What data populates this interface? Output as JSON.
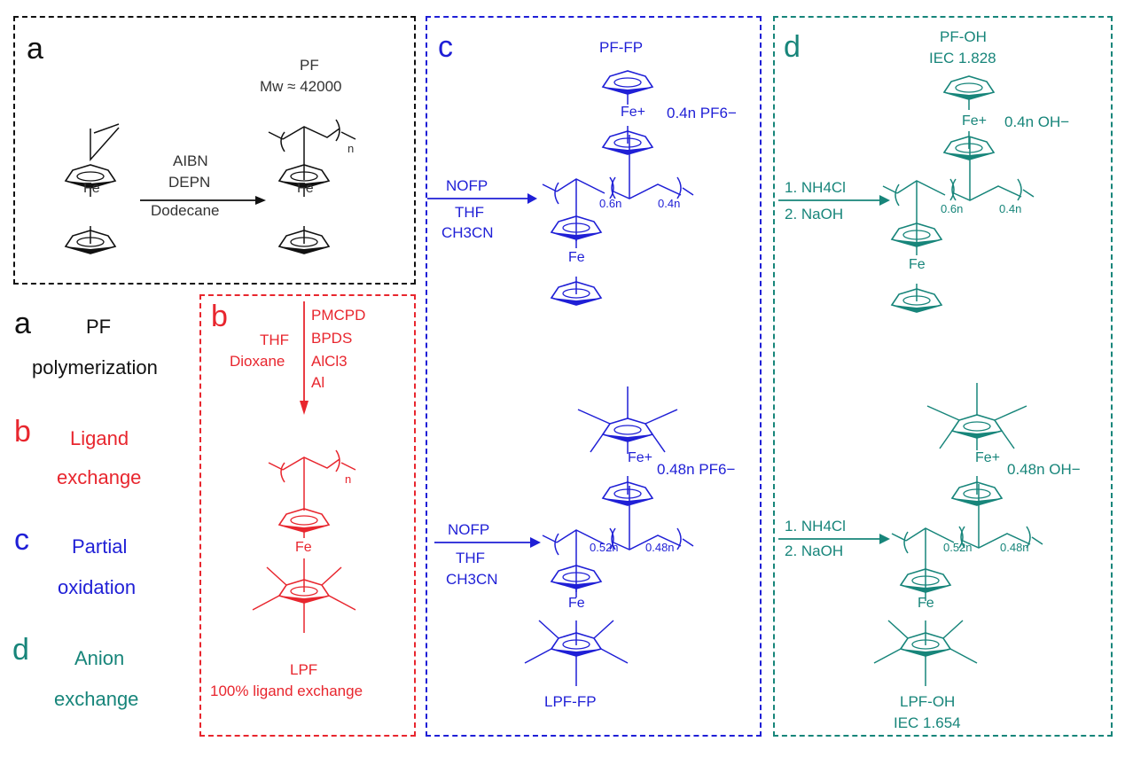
{
  "colors": {
    "a": "#111111",
    "b": "#e8262e",
    "c": "#1f1fd6",
    "d": "#17857a"
  },
  "panels": {
    "a": {
      "letter": "a",
      "product_name": "PF",
      "mw_label": "Mw ≈ 42000",
      "reagents": [
        "AIBN",
        "DEPN",
        "Dodecane"
      ],
      "metal_left": "Fe",
      "metal_right": "Fe",
      "repeat_subscript": "n"
    },
    "b": {
      "letter": "b",
      "reagents_left": [
        "THF",
        "Dioxane"
      ],
      "reagents_right": [
        "PMCPD",
        "BPDS",
        "AlCl3",
        "Al"
      ],
      "metal": "Fe",
      "repeat_subscript": "n",
      "product_name": "LPF",
      "product_note": "100% ligand exchange"
    },
    "c": {
      "letter": "c",
      "top": {
        "product_name": "PF-FP",
        "reagents_above": "NOFP",
        "reagents_below": [
          "THF",
          "CH3CN"
        ],
        "oxidized_metal": "Fe+",
        "counterion": "0.4n PF6−",
        "fraction_1": "0.6n",
        "fraction_2": "0.4n",
        "metal": "Fe"
      },
      "bottom": {
        "product_name": "LPF-FP",
        "reagents_above": "NOFP",
        "reagents_below": [
          "THF",
          "CH3CN"
        ],
        "oxidized_metal": "Fe+",
        "counterion": "0.48n PF6−",
        "fraction_1": "0.52n",
        "fraction_2": "0.48n",
        "metal": "Fe"
      }
    },
    "d": {
      "letter": "d",
      "top": {
        "product_name": "PF-OH",
        "iec": "IEC 1.828",
        "steps": [
          "1. NH4Cl",
          "2. NaOH"
        ],
        "oxidized_metal": "Fe+",
        "counterion": "0.4n OH−",
        "fraction_1": "0.6n",
        "fraction_2": "0.4n",
        "metal": "Fe"
      },
      "bottom": {
        "product_name": "LPF-OH",
        "iec": "IEC 1.654",
        "steps": [
          "1. NH4Cl",
          "2. NaOH"
        ],
        "oxidized_metal": "Fe+",
        "counterion": "0.48n OH−",
        "fraction_1": "0.52n",
        "fraction_2": "0.48n",
        "metal": "Fe"
      }
    }
  },
  "legend": [
    {
      "letter": "a",
      "line1": "PF",
      "line2": "polymerization"
    },
    {
      "letter": "b",
      "line1": "Ligand",
      "line2": "exchange"
    },
    {
      "letter": "c",
      "line1": "Partial",
      "line2": "oxidation"
    },
    {
      "letter": "d",
      "line1": "Anion",
      "line2": "exchange"
    }
  ]
}
